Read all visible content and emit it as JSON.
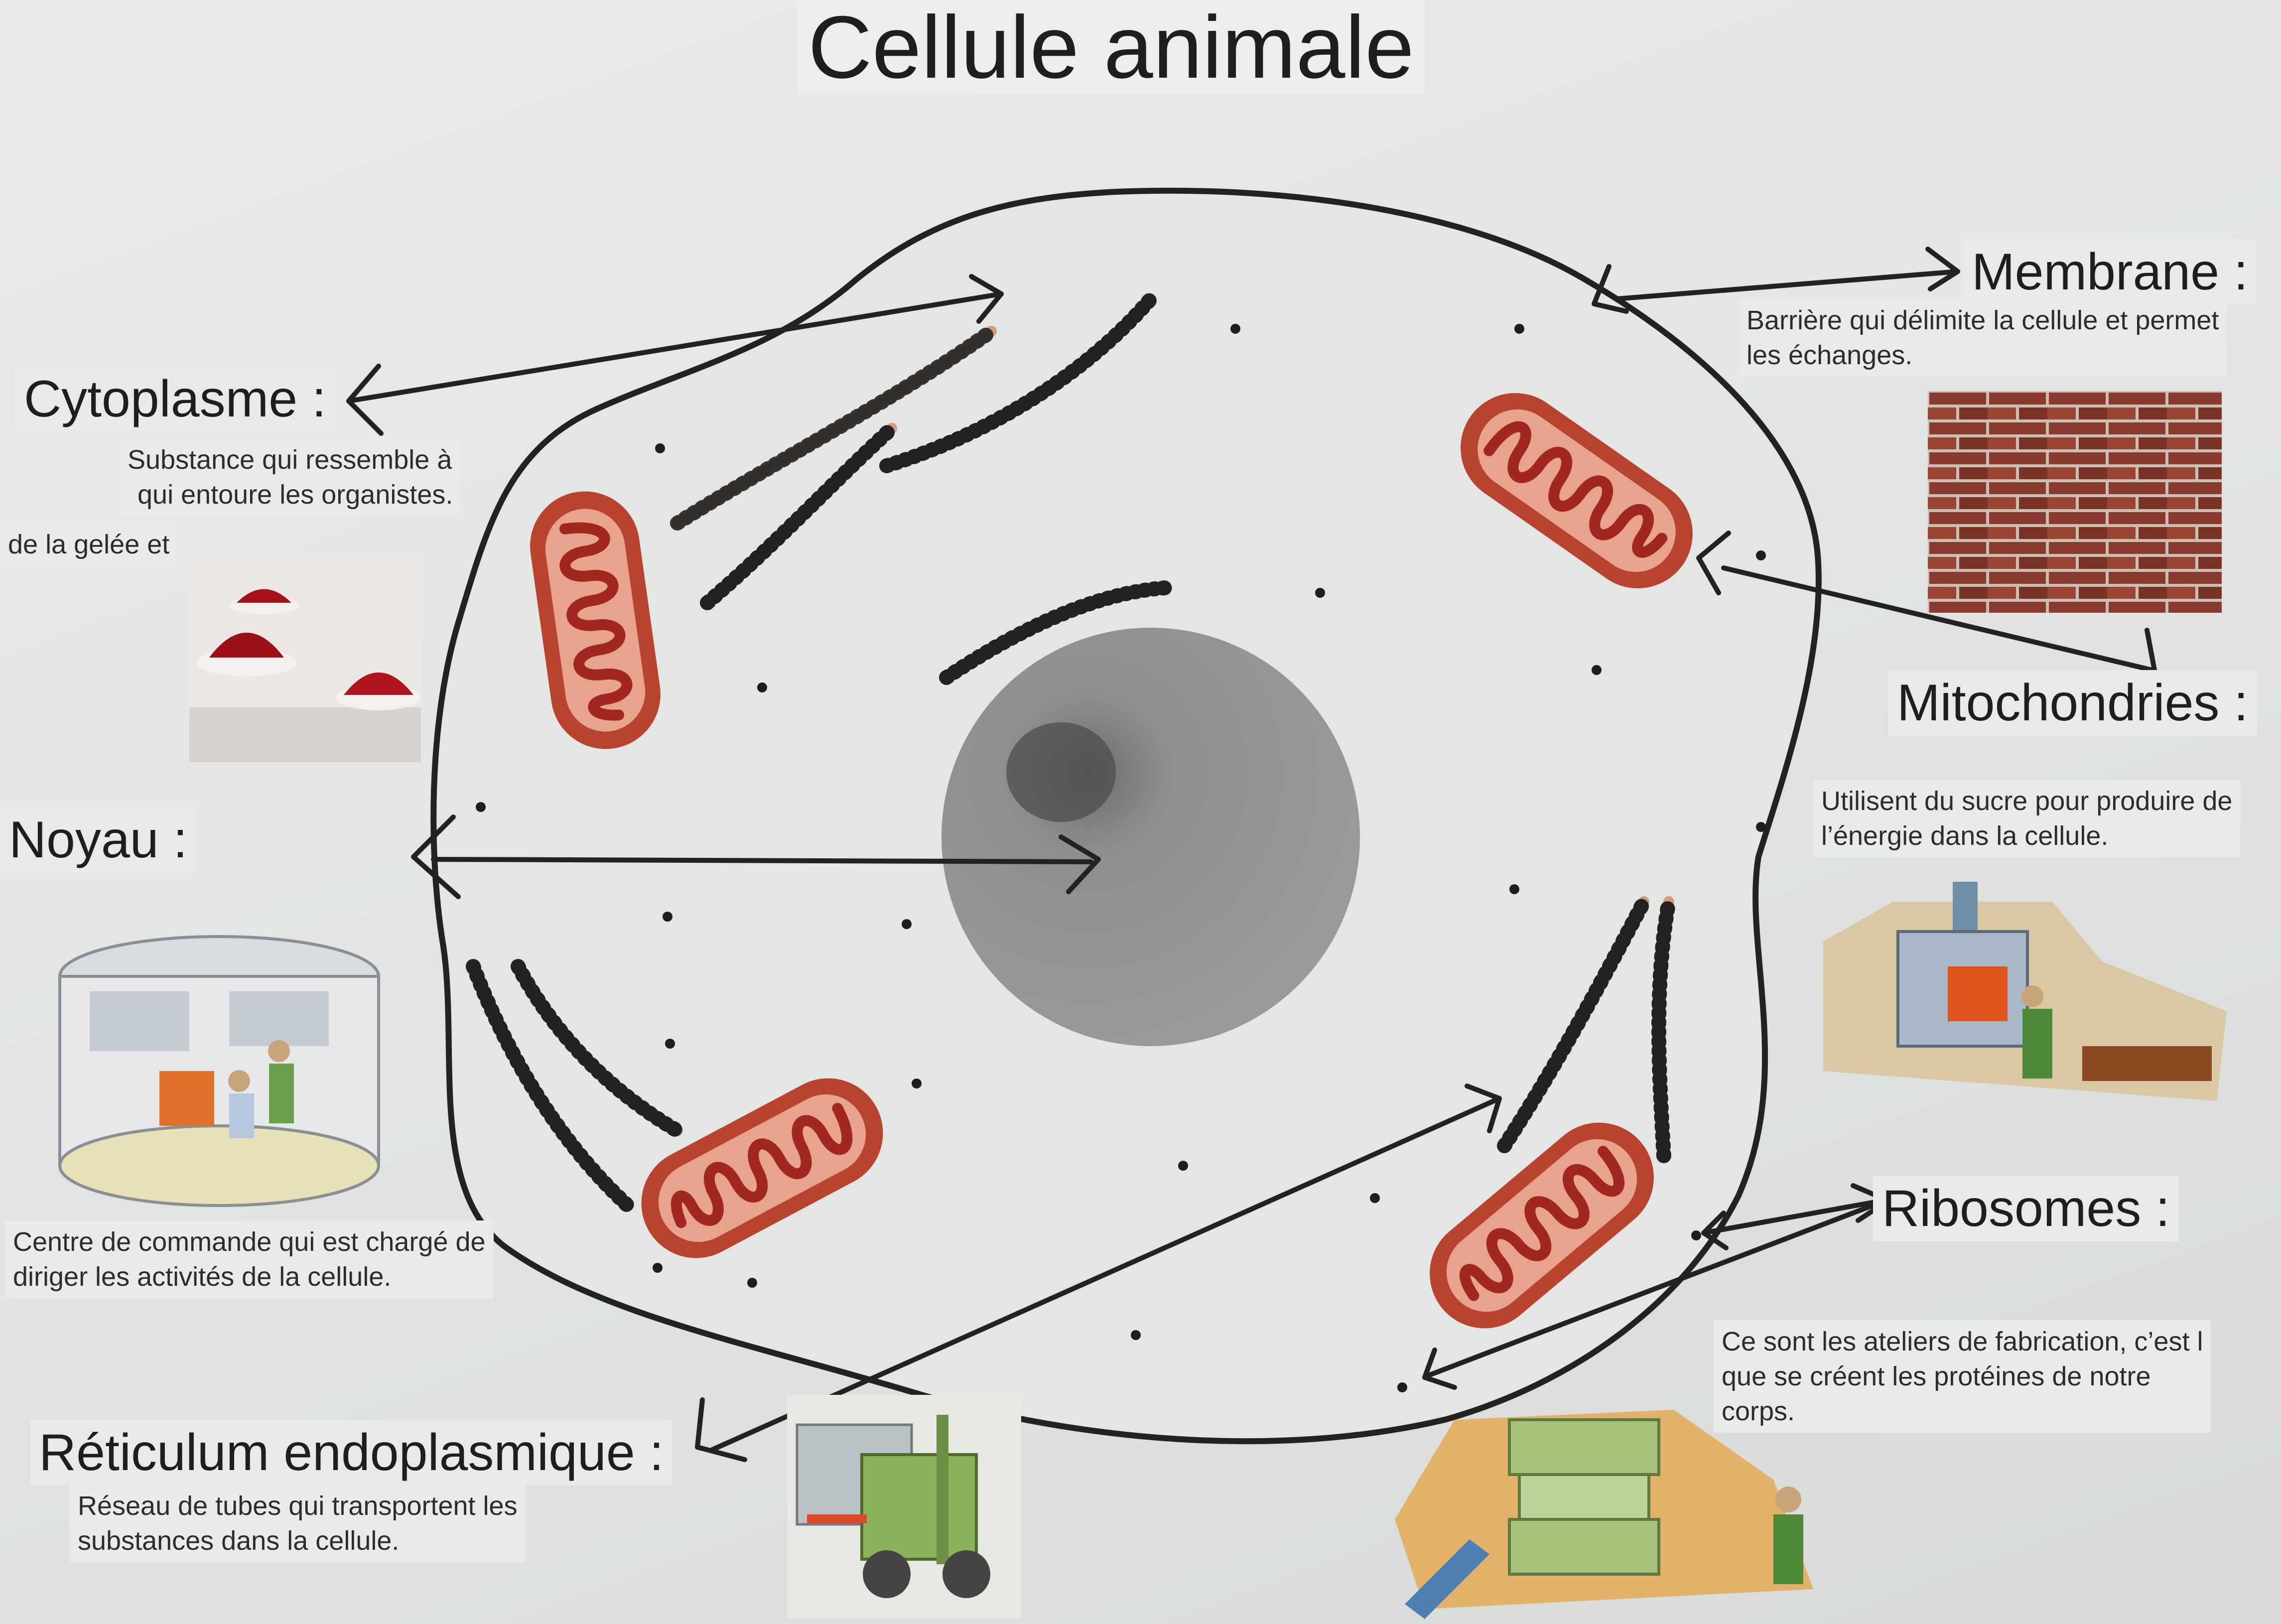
{
  "poster": {
    "title": "Cellule animale"
  },
  "labels": {
    "cytoplasme": {
      "heading": "Cytoplasme :",
      "line1": "Substance qui ressemble à",
      "line2": "qui entoure les organistes.",
      "line3": "de la gelée et"
    },
    "noyau": {
      "heading": "Noyau :",
      "line1": "Centre de commande qui est chargé de",
      "line2": "diriger les activités de la cellule."
    },
    "reticulum": {
      "heading": "Réticulum endoplasmique :",
      "line1": "Réseau de tubes qui transportent les",
      "line2": "substances dans la cellule."
    },
    "membrane": {
      "heading": "Membrane :",
      "line1": "Barrière qui délimite la cellule et permet",
      "line2": "les échanges."
    },
    "mitochondries": {
      "heading": "Mitochondries :",
      "line1": "Utilisent du sucre pour produire de",
      "line2": "l’énergie dans la cellule."
    },
    "ribosomes": {
      "heading": "Ribosomes :",
      "line1": "Ce sont les ateliers de fabrication, c’est l",
      "line2": "que se créent les protéines de notre",
      "line3": "corps."
    }
  },
  "pictures": {
    "jelly": "jelly-desserts-photo",
    "control_room": "control-room-illustration",
    "forklift": "forklift-illustration",
    "brick_wall": "brick-wall-photo",
    "furnace": "furnace-worker-illustration",
    "workshop": "workshop-press-illustration"
  },
  "colors": {
    "board": "#e6e8e6",
    "outline": "#222222",
    "mitochondria": "#c9423a",
    "er": "#d49a7e",
    "nucleus": "#8c8a8b",
    "brick": "#8a3a2e"
  }
}
